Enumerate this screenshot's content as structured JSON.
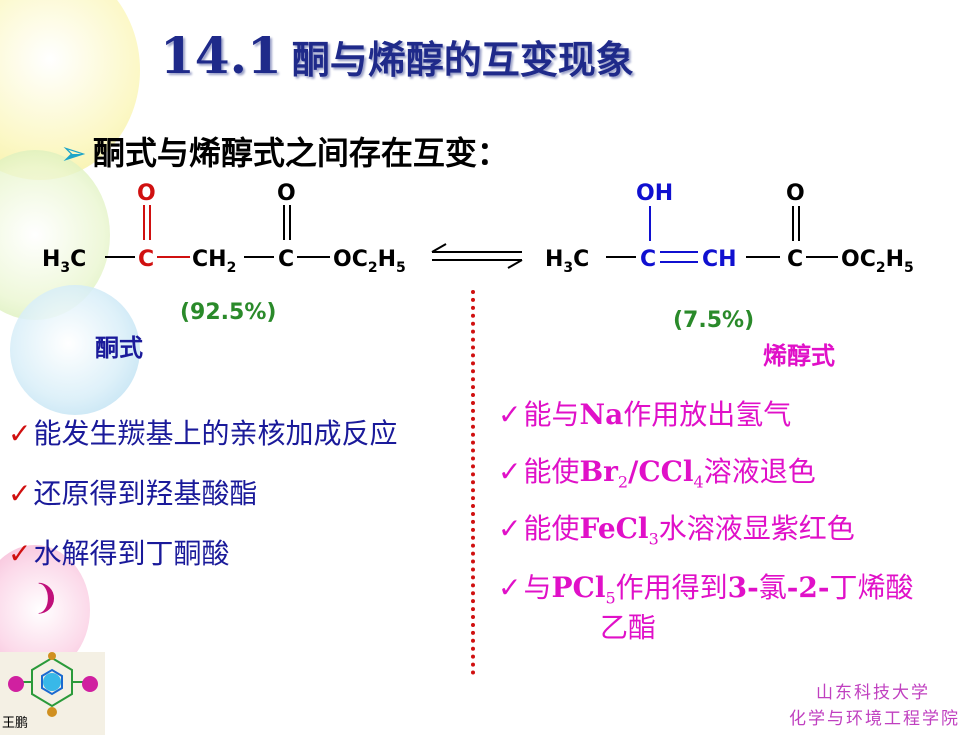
{
  "title": {
    "number": "14.1",
    "text": "酮与烯醇的互变现象"
  },
  "subheading": {
    "bullet": "➢",
    "text": "酮式与烯醇式之间存在互变："
  },
  "keto": {
    "percent": "(92.5%)",
    "label": "酮式",
    "label_color": "#1a1a9a",
    "atoms": {
      "o1": "O",
      "o2": "O",
      "h": "H",
      "h_sub": "3",
      "c1": "C",
      "c2": "C",
      "ch": "CH",
      "ch_sub": "2",
      "c3": "C",
      "oc": "OC",
      "oc_sub": "2",
      "oh": "H",
      "oh_sub": "5"
    }
  },
  "enol": {
    "percent": "(7.5%)",
    "label": "烯醇式",
    "label_color": "#e010c8",
    "atoms": {
      "oh": "OH",
      "o2": "O",
      "h": "H",
      "h_sub": "3",
      "c1": "C",
      "c2": "C",
      "ch": "CH",
      "c3": "C",
      "oc": "OC",
      "oc_sub": "2",
      "ohh": "H",
      "ohh_sub": "5"
    }
  },
  "keto_properties": [
    {
      "check": "✓",
      "text": "能发生羰基上的亲核加成反应"
    },
    {
      "check": "✓",
      "text": "还原得到羟基酸酯"
    },
    {
      "check": "✓",
      "text": "水解得到丁酮酸"
    }
  ],
  "enol_properties": [
    {
      "check": "✓",
      "pre": "能与",
      "b1": "Na",
      "post": "作用放出氢气"
    },
    {
      "check": "✓",
      "pre": "能使",
      "b1": "Br",
      "s1": "2",
      "b2": "/CCl",
      "s2": "4",
      "post": "溶液退色"
    },
    {
      "check": "✓",
      "pre": "能使",
      "b1": "FeCl",
      "s1": "3",
      "post": "水溶液显紫红色"
    },
    {
      "check": "✓",
      "pre": "与",
      "b1": "PCl",
      "s1": "5",
      "post": "作用得到",
      "b2": "3-",
      "mid": "氯",
      "b3": "-2-",
      "post2": "丁烯酸",
      "line2": "乙酯"
    }
  ],
  "footer": {
    "line1": "山东科技大学",
    "line2": "化学与环境工程学院"
  },
  "author": "王鹏",
  "colors": {
    "title": "#1f2a8a",
    "red": "#d01010",
    "blue": "#1010d0",
    "green": "#2a8a2a",
    "magenta": "#e010c8"
  }
}
